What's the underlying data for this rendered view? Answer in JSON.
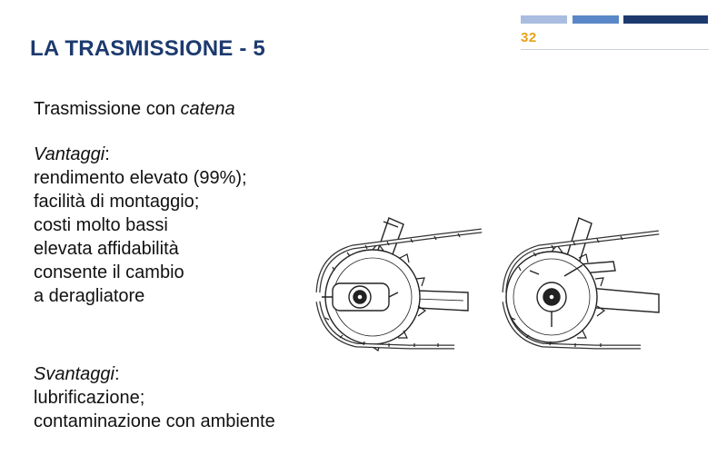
{
  "header": {
    "page_number": "32",
    "colors": {
      "light": "#a9bde0",
      "mid": "#5a87c8",
      "dark": "#1c3a6e",
      "accent": "#e8a317"
    }
  },
  "title": "LA TRASMISSIONE - 5",
  "intro": {
    "prefix": "Trasmissione con ",
    "emphasis": "catena"
  },
  "pros": {
    "heading": "Vantaggi",
    "heading_suffix": ":",
    "items": [
      "rendimento elevato (99%);",
      "facilità di montaggio;",
      "costi molto bassi",
      "elevata affidabilità",
      "consente il cambio",
      "a deragliatore"
    ]
  },
  "cons": {
    "heading": "Svantaggi",
    "heading_suffix": ":",
    "items": [
      "lubrificazione;",
      "contaminazione con ambiente"
    ]
  }
}
